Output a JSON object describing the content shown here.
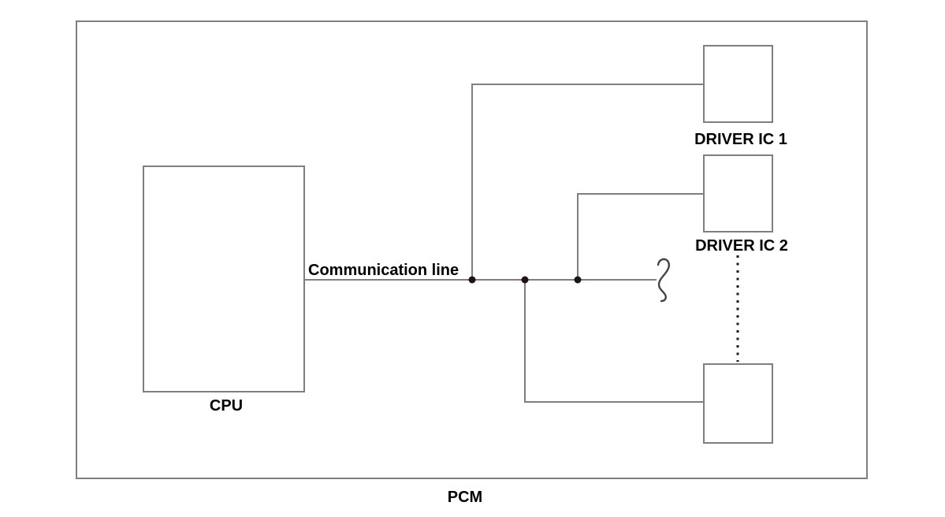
{
  "diagram": {
    "system_label": "PCM",
    "blocks": {
      "cpu": {
        "label": "CPU"
      },
      "driver_ic_1": {
        "label": "DRIVER IC 1"
      },
      "driver_ic_2": {
        "label": "DRIVER IC 2"
      },
      "driver_ic_n": {
        "label": ""
      }
    },
    "connections": {
      "communication_line_label": "Communication line"
    },
    "colors": {
      "wire_gray": "#7f7f7f",
      "junction_dot": "#1f1410",
      "ellipsis_dots": "#231815",
      "text": "#000000",
      "background": "#ffffff"
    }
  }
}
